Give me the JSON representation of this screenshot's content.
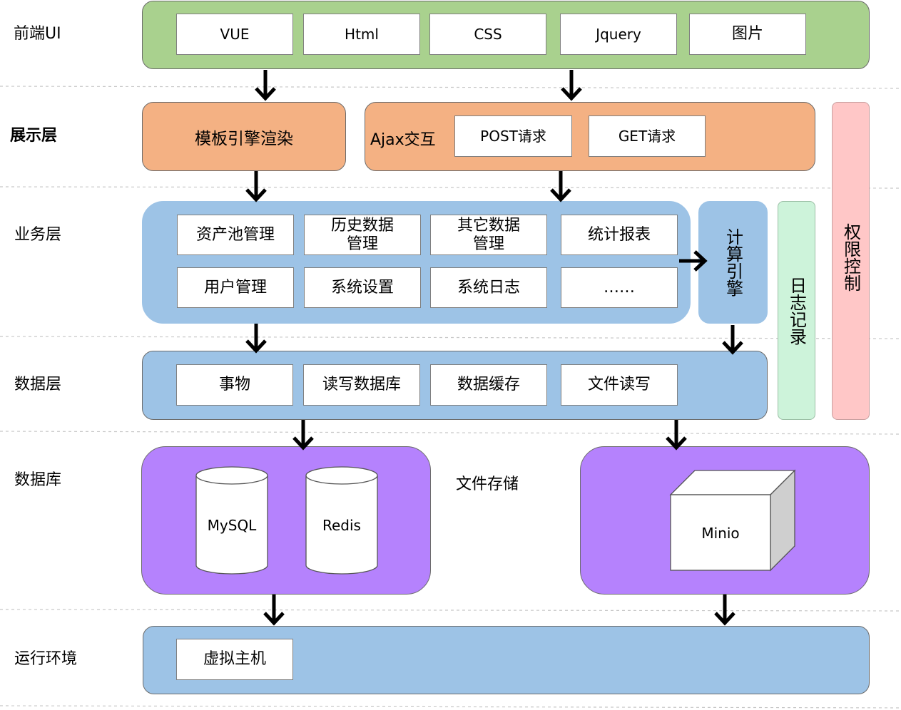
{
  "rows": {
    "frontend": "前端UI",
    "presentation": "展示层",
    "business": "业务层",
    "data": "数据层",
    "database": "数据库",
    "runtime": "运行环境"
  },
  "frontend": {
    "items": [
      "VUE",
      "Html",
      "CSS",
      "Jquery",
      "图片"
    ]
  },
  "presentation": {
    "template_render": "模板引擎渲染",
    "ajax_label": "Ajax交互",
    "post": "POST请求",
    "get": "GET请求"
  },
  "business": {
    "row1": [
      "资产池管理",
      "历史数据\n管理",
      "其它数据\n管理",
      "统计报表"
    ],
    "row2": [
      "用户管理",
      "系统设置",
      "系统日志",
      "……"
    ],
    "compute_engine": "计算引擎"
  },
  "side": {
    "logging": "日志记录",
    "permission": "权限控制"
  },
  "data_layer": {
    "items": [
      "事物",
      "读写数据库",
      "数据缓存",
      "文件读写"
    ]
  },
  "database": {
    "mysql": "MySQL",
    "redis": "Redis",
    "file_storage": "文件存储",
    "minio": "Minio"
  },
  "runtime": {
    "vm": "虚拟主机"
  },
  "colors": {
    "frontend": "#a9d18e",
    "presentation": "#f4b183",
    "business": "#9dc3e6",
    "logging": "#cdf3da",
    "permission": "#ffc7c7",
    "database": "#b582fd"
  }
}
